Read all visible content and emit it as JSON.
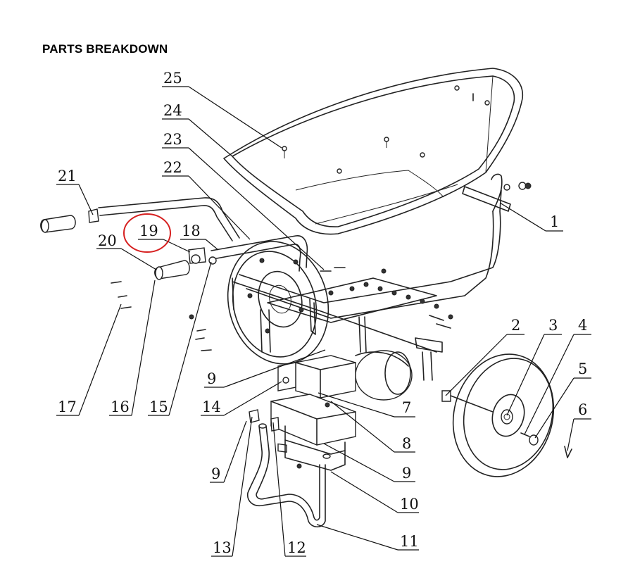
{
  "title": "PARTS BREAKDOWN",
  "callouts": [
    "25",
    "24",
    "23",
    "22",
    "21",
    "19",
    "18",
    "20",
    "1",
    "2",
    "3",
    "4",
    "5",
    "6",
    "17",
    "16",
    "15",
    "14",
    "9",
    "7",
    "8",
    "9",
    "10",
    "11",
    "13",
    "12",
    "9"
  ],
  "highlight": {
    "label_ref": "19",
    "color": "#d62020"
  }
}
